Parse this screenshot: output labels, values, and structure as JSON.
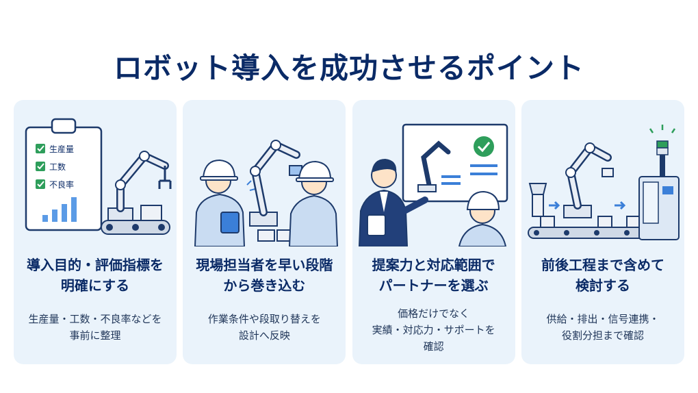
{
  "title": "ロボット導入を成功させるポイント",
  "cards": [
    {
      "title_lines": [
        "導入目的・評価指標を",
        "明確にする"
      ],
      "desc_lines": [
        "生産量・工数・不良率などを",
        "事前に整理"
      ],
      "checklist": [
        "生産量",
        "工数",
        "不良率"
      ]
    },
    {
      "title_lines": [
        "現場担当者を早い段階",
        "から巻き込む"
      ],
      "desc_lines": [
        "作業条件や段取り替えを",
        "設計へ反映"
      ]
    },
    {
      "title_lines": [
        "提案力と対応範囲で",
        "パートナーを選ぶ"
      ],
      "desc_lines": [
        "価格だけでなく",
        "実績・対応力・サポートを",
        "確認"
      ]
    },
    {
      "title_lines": [
        "前後工程まで含めて",
        "検討する"
      ],
      "desc_lines": [
        "供給・排出・信号連携・",
        "役割分担まで確認"
      ]
    }
  ],
  "colors": {
    "navy": "#0a2a66",
    "card_bg": "#eaf3fb",
    "accent_blue": "#3b7fd8",
    "check_green": "#2e9e5b"
  }
}
